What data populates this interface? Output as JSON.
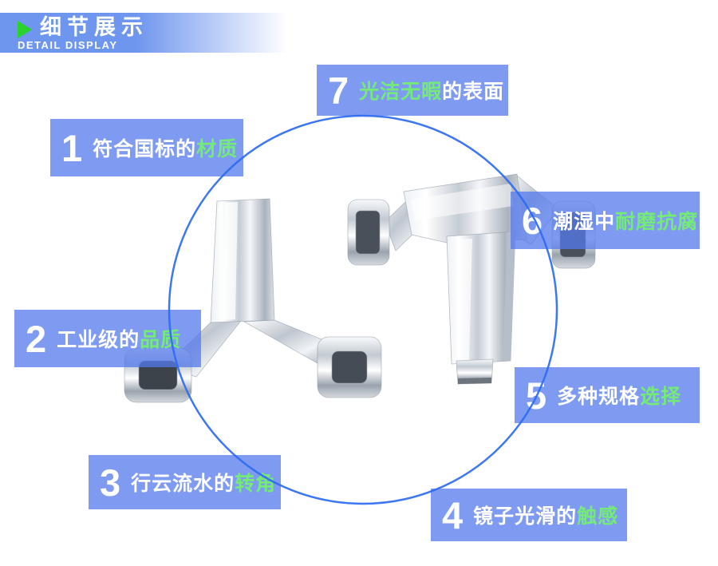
{
  "page": {
    "background": "#ffffff",
    "kind": "product-detail-banner"
  },
  "header": {
    "title": "细节展示",
    "subtitle": "DETAIL DISPLAY",
    "colors": {
      "bar_blue": "#6f96ee",
      "arrow_green": "#29d32c",
      "text": "#ffffff"
    }
  },
  "diagram": {
    "product": "metal-spring-clips",
    "circle_color": "#2e6bf2",
    "callout_box_color": "rgba(84,122,236,0.75)",
    "highlight_green": "#74ea78",
    "callouts": [
      {
        "number": "1",
        "parts": [
          {
            "text": "符合国标的",
            "green": false
          },
          {
            "text": "材质",
            "green": true
          }
        ]
      },
      {
        "number": "2",
        "parts": [
          {
            "text": "工业级的",
            "green": false
          },
          {
            "text": "品质",
            "green": true
          }
        ]
      },
      {
        "number": "3",
        "parts": [
          {
            "text": "行云流水的",
            "green": false
          },
          {
            "text": "转角",
            "green": true
          }
        ]
      },
      {
        "number": "4",
        "parts": [
          {
            "text": "镜子光滑的",
            "green": false
          },
          {
            "text": "触感",
            "green": true
          }
        ]
      },
      {
        "number": "5",
        "parts": [
          {
            "text": "多种规格",
            "green": false
          },
          {
            "text": "选择",
            "green": true
          }
        ]
      },
      {
        "number": "6",
        "parts": [
          {
            "text": "潮湿中",
            "green": false
          },
          {
            "text": "耐磨抗腐",
            "green": true
          }
        ]
      },
      {
        "number": "7",
        "parts": [
          {
            "text": "光洁无暇",
            "green": true
          },
          {
            "text": "的表面",
            "green": false
          }
        ]
      }
    ]
  }
}
